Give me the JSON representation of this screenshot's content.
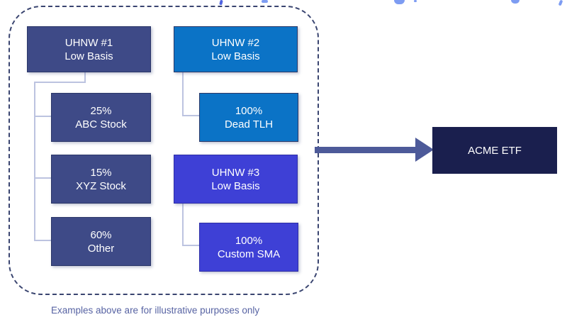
{
  "colors": {
    "slate_box": "#3E4A87",
    "bright_blue_box": "#0B73C6",
    "indigo_box": "#3E40D6",
    "dark_navy_box": "#1A1F4E",
    "arrow": "#4D5A99",
    "connector_line": "#BCC3E0",
    "dashed_border": "#3A4570",
    "caption_text": "#5763A3",
    "box_text": "#FFFFFF"
  },
  "boxes": {
    "uhnw1": {
      "line1": "UHNW #1",
      "line2": "Low Basis"
    },
    "uhnw2": {
      "line1": "UHNW #2",
      "line2": "Low Basis"
    },
    "abc": {
      "line1": "25%",
      "line2": "ABC Stock"
    },
    "dead_tlh": {
      "line1": "100%",
      "line2": "Dead TLH"
    },
    "xyz": {
      "line1": "15%",
      "line2": "XYZ Stock"
    },
    "uhnw3": {
      "line1": "UHNW #3",
      "line2": "Low Basis"
    },
    "other": {
      "line1": "60%",
      "line2": "Other"
    },
    "custom_sma": {
      "line1": "100%",
      "line2": "Custom SMA"
    },
    "acme": {
      "label": "ACME ETF"
    }
  },
  "caption": "Examples above are for illustrative purposes only"
}
